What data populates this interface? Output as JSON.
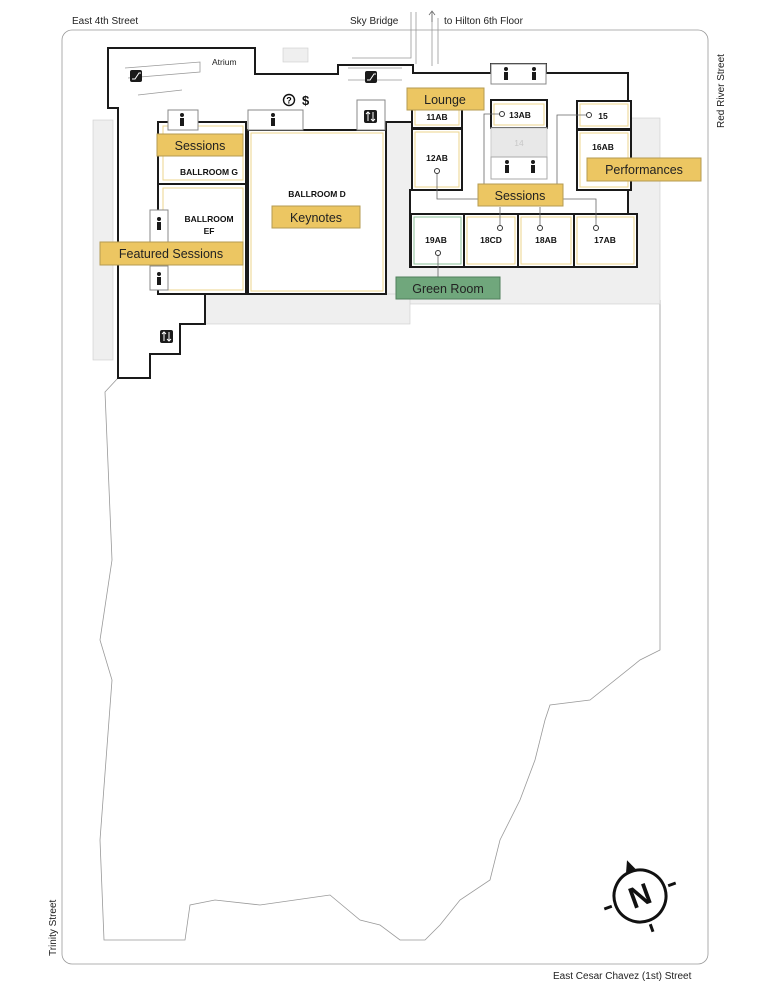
{
  "streets": {
    "north": "East 4th Street",
    "skybridge": "Sky Bridge",
    "hilton": "to Hilton 6th Floor",
    "east": "Red River Street",
    "west": "Trinity Street",
    "south": "East Cesar Chavez (1st) Street"
  },
  "areas": {
    "atrium": "Atrium",
    "room14": "14"
  },
  "rooms": {
    "ballroom_g": "BALLROOM G",
    "ballroom_ef_1": "BALLROOM",
    "ballroom_ef_2": "EF",
    "ballroom_d": "BALLROOM D",
    "r11ab": "11AB",
    "r12ab": "12AB",
    "r13ab": "13AB",
    "r15": "15",
    "r16ab": "16AB",
    "r17ab": "17AB",
    "r18ab": "18AB",
    "r18cd": "18CD",
    "r19ab": "19AB"
  },
  "tags": {
    "sessions_west": "Sessions",
    "featured": "Featured Sessions",
    "keynotes": "Keynotes",
    "lounge": "Lounge",
    "sessions_east": "Sessions",
    "performances": "Performances",
    "green_room": "Green Room"
  },
  "info_icons": {
    "info": "?",
    "dollar": "$"
  },
  "compass": {
    "label": "N"
  },
  "colors": {
    "session_tag": "#ecc662",
    "green_room_tag": "#70a77c",
    "wall": "#1a1a1a",
    "hall": "#efefef"
  }
}
